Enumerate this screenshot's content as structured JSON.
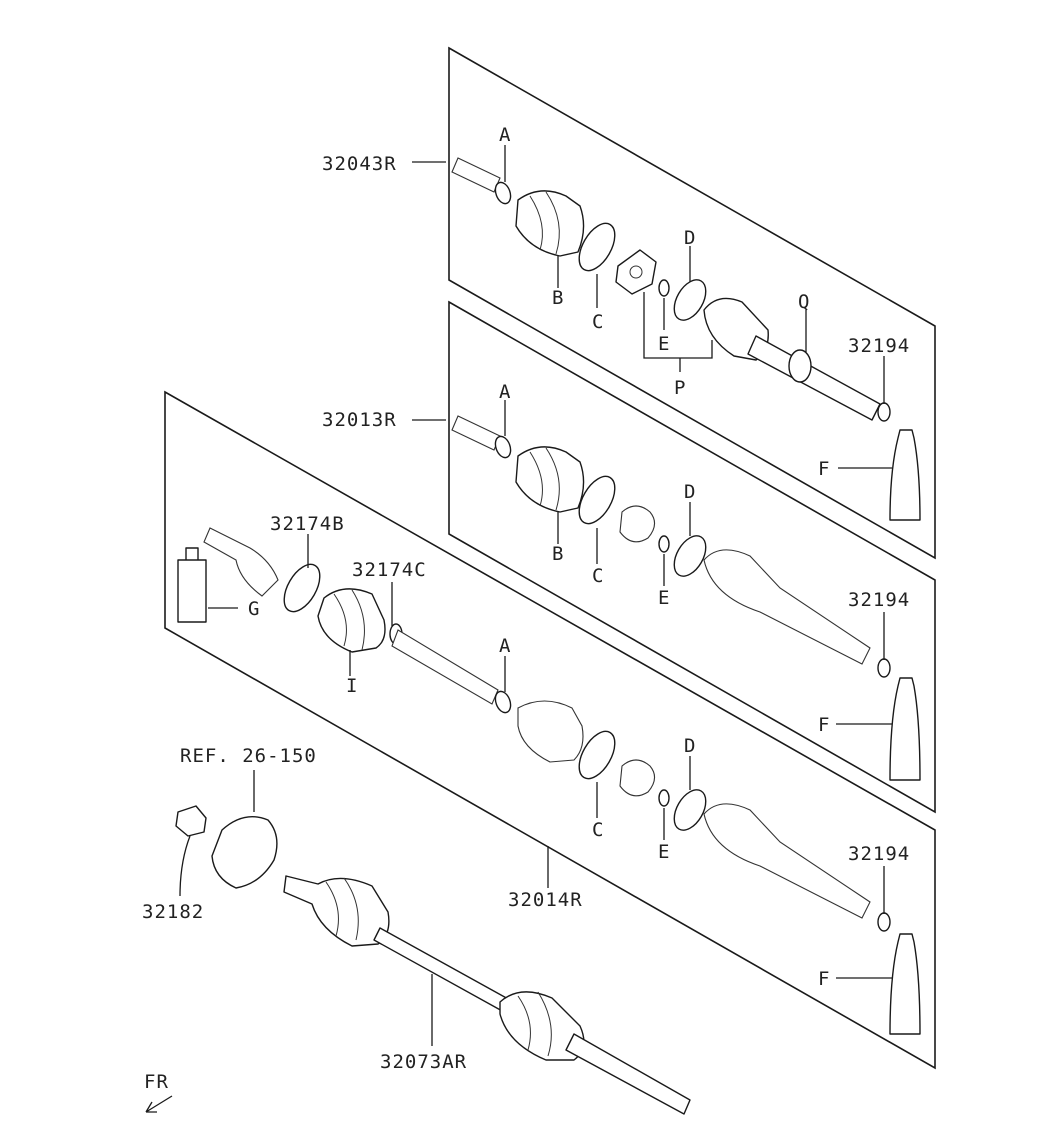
{
  "labels": {
    "asm_32043R": "32043R",
    "asm_32013R": "32013R",
    "asm_32014R": "32014R",
    "asm_32073AR": "32073AR",
    "p1_A": "A",
    "p1_B": "B",
    "p1_C": "C",
    "p1_D": "D",
    "p1_E": "E",
    "p1_P": "P",
    "p1_Q": "Q",
    "p1_32194": "32194",
    "p2_A": "A",
    "p2_B": "B",
    "p2_C": "C",
    "p2_D": "D",
    "p2_E": "E",
    "p2_F": "F",
    "p2_32194": "32194",
    "p3_32174B": "32174B",
    "p3_32174C": "32174C",
    "p3_G": "G",
    "p3_I": "I",
    "p3_A": "A",
    "p3_C": "C",
    "p3_D": "D",
    "p3_E": "E",
    "p3_F": "F",
    "p3_32194": "32194",
    "p1_F": "F",
    "ref": "REF. 26-150",
    "part_32182": "32182",
    "front": "FR"
  },
  "icons": [
    "front-arrow-icon"
  ]
}
